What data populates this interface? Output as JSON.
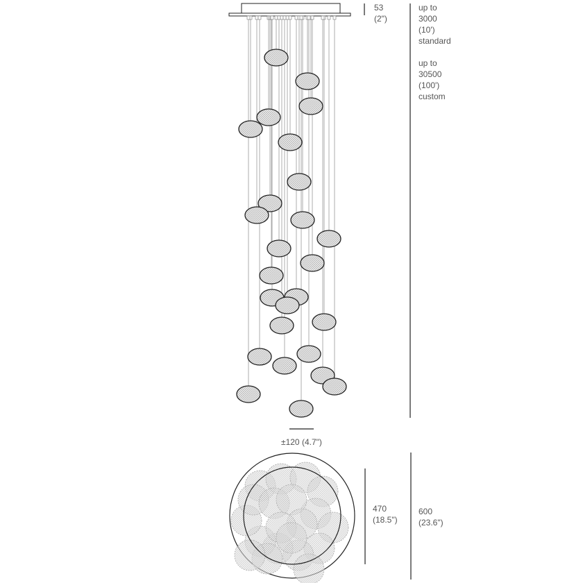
{
  "dimensions": {
    "canopy_height": {
      "value": "53",
      "imperial": "(2\")"
    },
    "drop_standard": {
      "line1": "up to",
      "value": "3000",
      "imperial": "(10')",
      "note": "standard"
    },
    "drop_custom": {
      "line1": "up to",
      "value": "30500",
      "imperial": "(100')",
      "note": "custom"
    },
    "pendant_width": "±120 (4.7\")",
    "cluster_diameter": {
      "value": "470",
      "imperial": "(18.5\")"
    },
    "canopy_diameter": {
      "value": "600",
      "imperial": "(23.6\")"
    }
  },
  "colors": {
    "line": "#222222",
    "text": "#555555",
    "glass": "#bbbbbb"
  }
}
